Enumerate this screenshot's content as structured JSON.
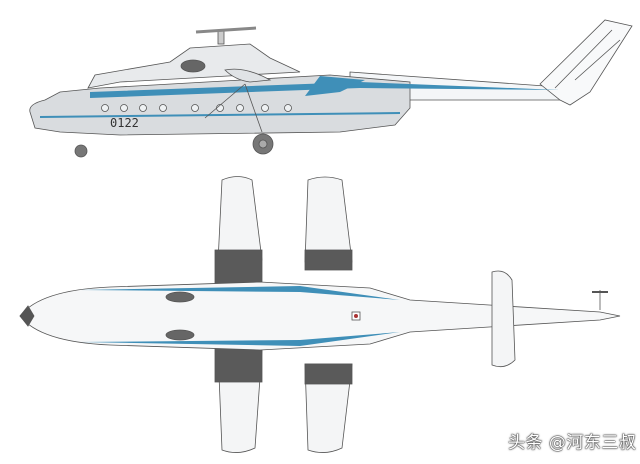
{
  "drawing": {
    "subject": "heavy transport helicopter, two-view line drawing",
    "views": [
      {
        "name": "side-view",
        "label": ""
      },
      {
        "name": "top-view",
        "label": ""
      }
    ],
    "side_view": {
      "registration": "0122"
    },
    "colors": {
      "fuselage_grey": "#d9dcdf",
      "stripe_blue": "#3f8fb8",
      "dark_panel": "#5a5a5a",
      "outline": "#555555",
      "background": "#ffffff"
    }
  },
  "watermark": {
    "text": "头条 @河东三叔"
  }
}
